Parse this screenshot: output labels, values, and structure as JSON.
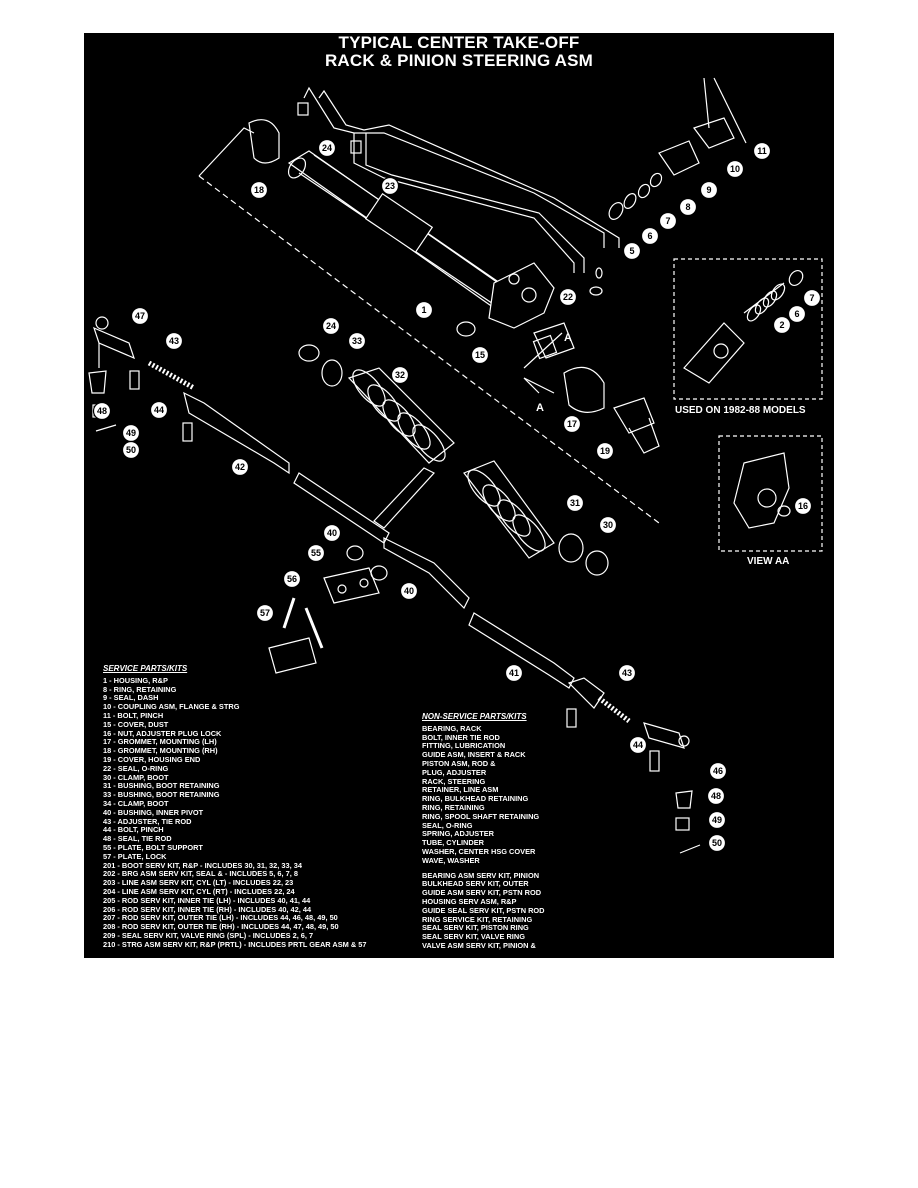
{
  "title": {
    "line1": "TYPICAL CENTER TAKE-OFF",
    "line2": "RACK & PINION STEERING ASM"
  },
  "insets": {
    "upper_caption": "USED ON 1982-88 MODELS",
    "lower_caption": "VIEW AA"
  },
  "view_marker": "A",
  "callouts": [
    "24",
    "18",
    "23",
    "11",
    "10",
    "9",
    "8",
    "7",
    "6",
    "5",
    "1",
    "22",
    "15",
    "17",
    "19",
    "47",
    "43",
    "24",
    "33",
    "32",
    "48",
    "44",
    "49",
    "50",
    "42",
    "40",
    "55",
    "56",
    "57",
    "40",
    "31",
    "30",
    "41",
    "43",
    "44",
    "46",
    "48",
    "49",
    "50",
    "7",
    "6",
    "2",
    "16"
  ],
  "service_parts": {
    "heading": "SERVICE PARTS/KITS",
    "items": [
      "1 - HOUSING, R&P",
      "8 - RING, RETAINING",
      "9 - SEAL, DASH",
      "10 - COUPLING ASM, FLANGE & STRG",
      "11 - BOLT, PINCH",
      "15 - COVER, DUST",
      "16 - NUT, ADJUSTER PLUG LOCK",
      "17 - GROMMET, MOUNTING (LH)",
      "18 - GROMMET, MOUNTING (RH)",
      "19 - COVER, HOUSING END",
      "22 - SEAL, O-RING",
      "30 - CLAMP, BOOT",
      "31 - BUSHING, BOOT RETAINING",
      "33 - BUSHING, BOOT RETAINING",
      "34 - CLAMP, BOOT",
      "40 - BUSHING, INNER PIVOT",
      "43 - ADJUSTER, TIE ROD",
      "44 - BOLT, PINCH",
      "48 - SEAL, TIE ROD",
      "55 - PLATE, BOLT SUPPORT",
      "57 - PLATE, LOCK",
      "201 - BOOT SERV KIT, R&P - INCLUDES 30, 31, 32, 33, 34",
      "202 - BRG ASM SERV KIT, SEAL & - INCLUDES 5, 6, 7, 8",
      "203 - LINE ASM SERV KIT, CYL (LT) - INCLUDES 22, 23",
      "204 - LINE ASM SERV KIT, CYL (RT) - INCLUDES 22, 24",
      "205 - ROD SERV KIT, INNER TIE (LH) - INCLUDES 40, 41, 44",
      "206 - ROD SERV KIT, INNER TIE (RH) - INCLUDES 40, 42, 44",
      "207 - ROD SERV KIT, OUTER TIE (LH) - INCLUDES 44, 46, 48, 49, 50",
      "208 - ROD SERV KIT, OUTER TIE (RH) - INCLUDES 44, 47, 48, 49, 50",
      "209 - SEAL SERV KIT, VALVE RING (SPL) - INCLUDES 2, 6, 7",
      "210 - STRG ASM SERV KIT, R&P (PRTL) - INCLUDES PRTL GEAR ASM & 57"
    ]
  },
  "non_service_parts": {
    "heading": "NON-SERVICE PARTS/KITS",
    "items": [
      "BEARING, RACK",
      "BOLT, INNER TIE ROD",
      "FITTING, LUBRICATION",
      "GUIDE ASM, INSERT & RACK",
      "PISTON ASM, ROD &",
      "PLUG, ADJUSTER",
      "RACK, STEERING",
      "RETAINER, LINE ASM",
      "RING, BULKHEAD RETAINING",
      "RING, RETAINING",
      "RING, SPOOL SHAFT RETAINING",
      "SEAL, O-RING",
      "SPRING, ADJUSTER",
      "TUBE, CYLINDER",
      "WASHER, CENTER HSG COVER",
      "WAVE, WASHER"
    ],
    "items2": [
      "BEARING ASM SERV KIT, PINION",
      "BULKHEAD SERV KIT, OUTER",
      "GUIDE ASM SERV KIT, PSTN ROD",
      "HOUSING SERV ASM, R&P",
      "GUIDE SEAL SERV KIT, PSTN ROD",
      "RING SERVICE KIT, RETAINING",
      "SEAL SERV KIT, PISTON RING",
      "SEAL SERV KIT, VALVE RING",
      "VALVE ASM SERV KIT, PINION &"
    ]
  }
}
